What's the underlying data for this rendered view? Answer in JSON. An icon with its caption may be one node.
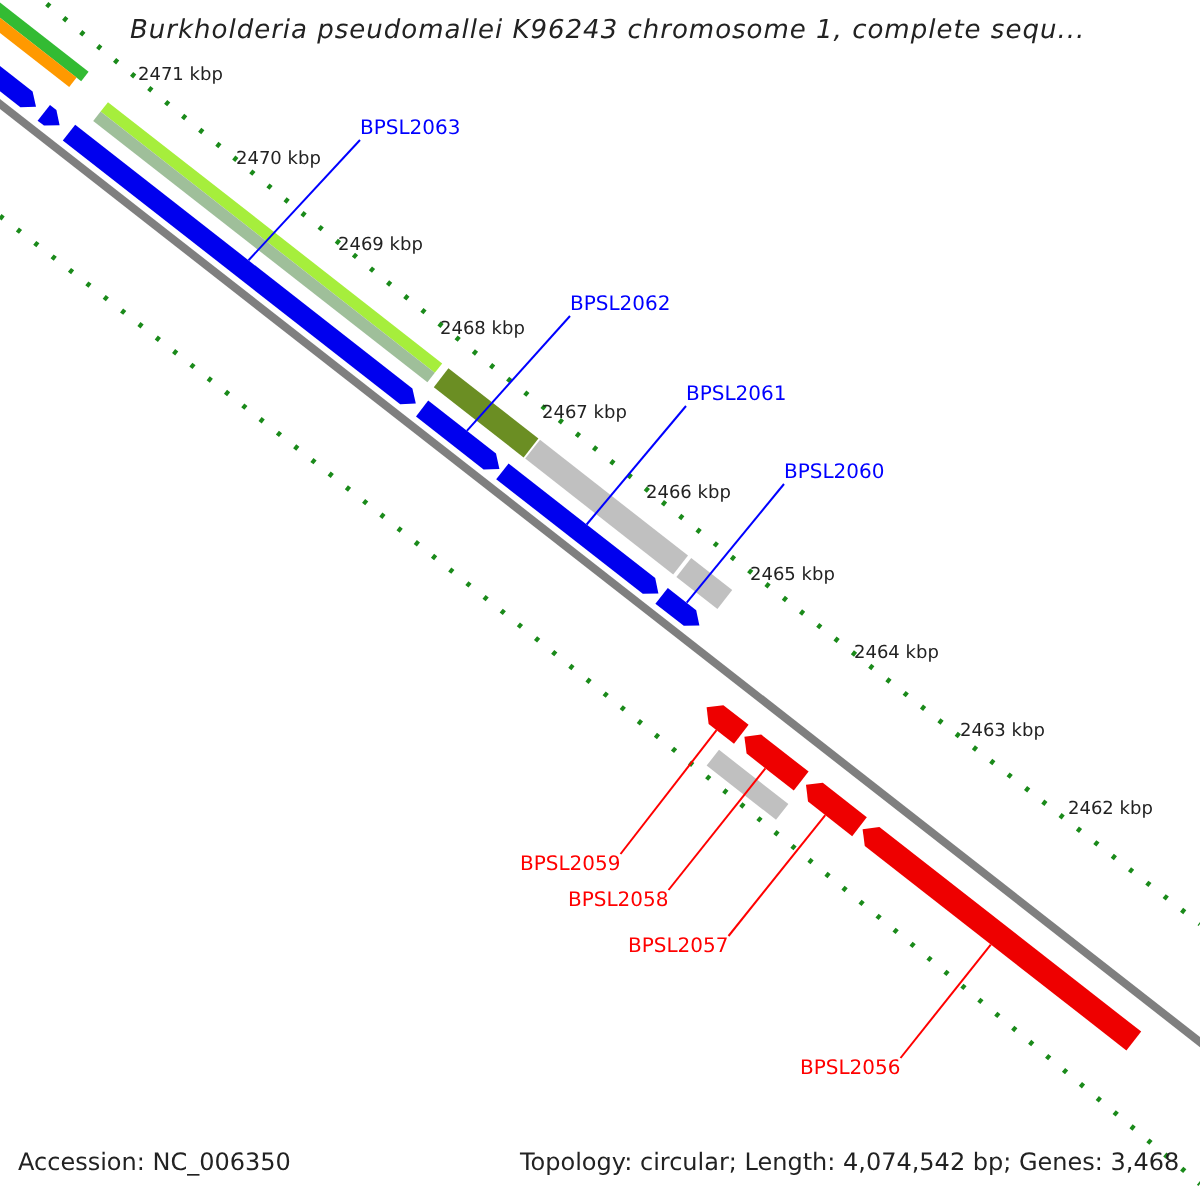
{
  "diagram": {
    "title": "Burkholderia pseudomallei K96243 chromosome 1, complete sequ...",
    "nodes": [
      {
        "text": [
          "BPSL2063"
        ]
      },
      {
        "text": [
          "BPSL2062"
        ]
      },
      {
        "text": [
          "BPSL2061"
        ]
      },
      {
        "text": [
          "BPSL2060"
        ]
      },
      {
        "text": [
          "BPSL2059"
        ]
      },
      {
        "text": [
          "BPSL2058"
        ]
      },
      {
        "text": [
          "BPSL2057"
        ]
      },
      {
        "text": [
          "BPSL2056"
        ]
      },
      {
        "text": [],
        "shape": "bar"
      },
      {
        "text": [],
        "shape": "bar"
      },
      {
        "text": [],
        "shape": "bar"
      },
      {
        "text": [],
        "shape": "bar"
      },
      {
        "text": [],
        "shape": "bar"
      },
      {
        "text": [],
        "shape": "bar"
      },
      {
        "text": [],
        "shape": "bar"
      },
      {
        "text": [],
        "shape": "bar"
      },
      {
        "text": [],
        "shape": "bar"
      },
      {
        "text": [],
        "shape": "bar"
      },
      {
        "text": [],
        "shape": "bar"
      },
      {
        "text": [],
        "shape": "bar"
      },
      {
        "text": [],
        "shape": "bar"
      },
      {
        "text": [],
        "shape": "bar"
      },
      {
        "text": [],
        "shape": "bar"
      },
      {
        "text": [],
        "shape": "bar"
      },
      {
        "text": [],
        "shape": "bar"
      },
      {
        "text": [],
        "shape": "bar"
      }
    ],
    "edges": [
      {
        "from": 0,
        "to": 8,
        "arrow": "none",
        "color": "#0000ff"
      },
      {
        "from": 1,
        "to": 9,
        "arrow": "none",
        "color": "#0000ff"
      },
      {
        "from": 2,
        "to": 10,
        "arrow": "none",
        "color": "#0000ff"
      },
      {
        "from": 3,
        "to": 11,
        "arrow": "none",
        "color": "#0000ff"
      },
      {
        "from": 4,
        "to": 12,
        "arrow": "none",
        "color": "#ff0000"
      },
      {
        "from": 5,
        "to": 13,
        "arrow": "none",
        "color": "#ff0000"
      },
      {
        "from": 6,
        "to": 14,
        "arrow": "none",
        "color": "#ff0000"
      },
      {
        "from": 7,
        "to": 15,
        "arrow": "none",
        "color": "#ff0000"
      }
    ],
    "labels": [
      "2471 kbp",
      "2470 kbp",
      "2469 kbp",
      "2468 kbp",
      "2467 kbp",
      "2466 kbp",
      "2465 kbp",
      "2464 kbp",
      "2463 kbp",
      "2462 kbp",
      "Accession: NC_006350",
      "Topology: circular; Length: 4,074,542 bp; Genes: 3,468"
    ]
  }
}
